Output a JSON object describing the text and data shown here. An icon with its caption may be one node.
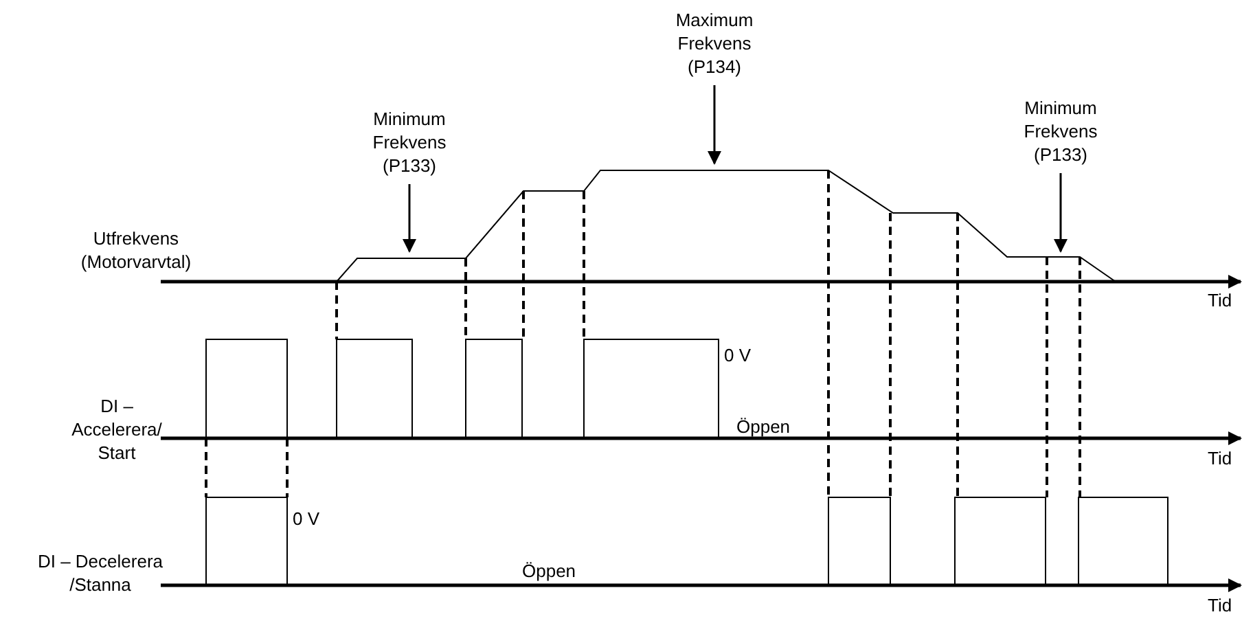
{
  "diagram": {
    "nodes": [
      {
        "text": [
          "Minimum Frekvens (P133)"
        ]
      },
      {
        "text": [
          "Maximum Frekvens (P134)"
        ]
      },
      {
        "text": [
          "Minimum Frekvens (P133)"
        ]
      },
      {
        "text": [],
        "shape": "line"
      }
    ],
    "edges": [
      {
        "from": 0,
        "to": 3,
        "arrow": "to"
      },
      {
        "from": 1,
        "to": 3,
        "arrow": "to"
      },
      {
        "from": 2,
        "to": 3,
        "arrow": "to"
      }
    ],
    "labels": [
      "Utfrekvens (Motorvarvtal)",
      "Tid",
      "0 V",
      "DI – Accelerera/ Start",
      "Öppen",
      "Tid",
      "0 V",
      "DI – Decelerera /Stanna",
      "Öppen",
      "Tid"
    ]
  }
}
